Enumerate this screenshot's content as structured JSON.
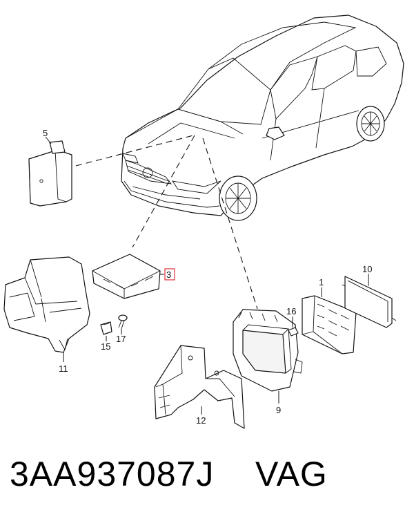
{
  "diagram": {
    "callouts": {
      "c1": "1",
      "c3": "3",
      "c5": "5",
      "c9": "9",
      "c10": "10",
      "c11": "11",
      "c12": "12",
      "c15": "15",
      "c16": "16",
      "c17": "17"
    },
    "highlight_color": "#e0303a"
  },
  "caption": {
    "part_number": "3AA937087J",
    "brand": "VAG"
  }
}
